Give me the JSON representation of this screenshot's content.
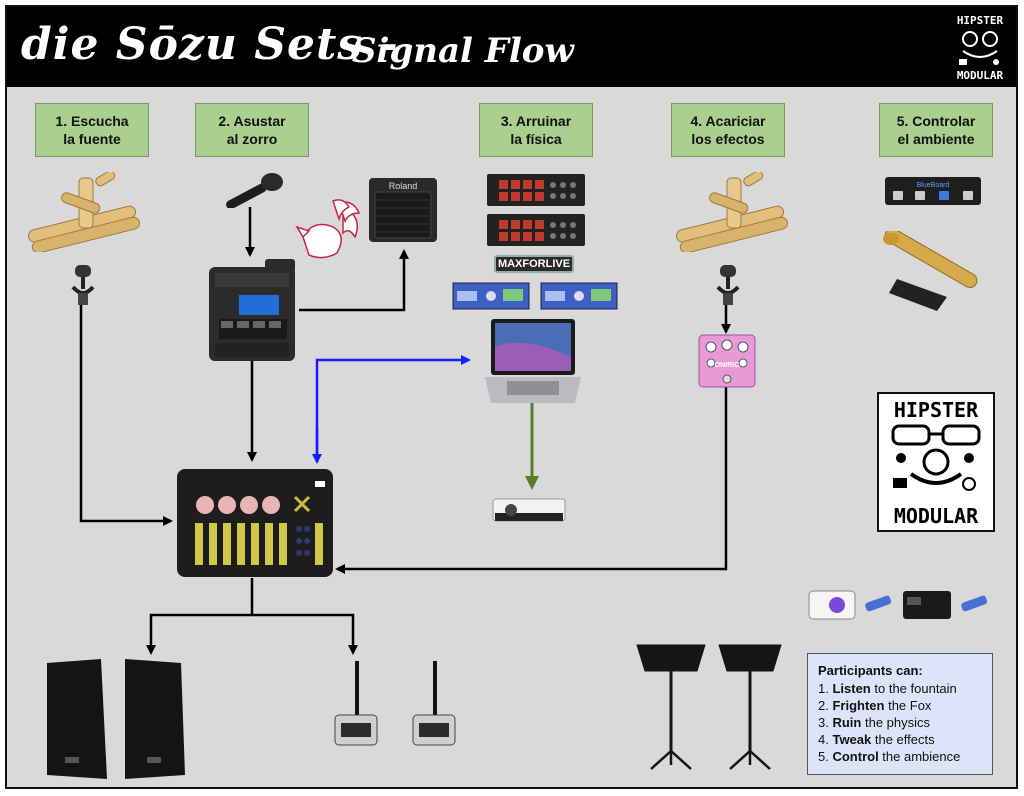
{
  "header": {
    "title": "die Sōzu Sets - ",
    "subtitle": "Signal Flow",
    "logo": {
      "line1": "HIPSTER",
      "line2": "MODULAR"
    }
  },
  "steps": [
    {
      "line1": "1. Escucha",
      "line2": "la fuente"
    },
    {
      "line1": "2. Asustar",
      "line2": "al zorro"
    },
    {
      "line1": "3. Arruinar",
      "line2": "la física"
    },
    {
      "line1": "4. Acariciar",
      "line2": "los efectos"
    },
    {
      "line1": "5. Controlar",
      "line2": "el ambiente"
    }
  ],
  "devices": {
    "maxforlive_label": "MAXFORLIVE",
    "amp_brand": "Roland",
    "fx_pedal_label": "ONIRIC",
    "footswitch_label": "BlueBoard"
  },
  "big_logo": {
    "line1": "HIPSTER",
    "line2": "MODULAR"
  },
  "legend": {
    "title": "Participants can:",
    "items": [
      {
        "num": "1. ",
        "verb": "Listen",
        "rest": " to the fountain"
      },
      {
        "num": "2. ",
        "verb": "Frighten",
        "rest": " the Fox"
      },
      {
        "num": "3. ",
        "verb": "Ruin",
        "rest": " the physics"
      },
      {
        "num": "4. ",
        "verb": "Tweak",
        "rest": " the effects"
      },
      {
        "num": "5. ",
        "verb": "Control",
        "rest": " the ambience"
      }
    ]
  },
  "colors": {
    "frame_bg": "#d9d9d9",
    "step_green": "#a9d08e",
    "audio_line": "#000000",
    "midi_line": "#1a1aff",
    "video_line": "#5a7d2a",
    "legend_bg": "#dbe4f8"
  }
}
